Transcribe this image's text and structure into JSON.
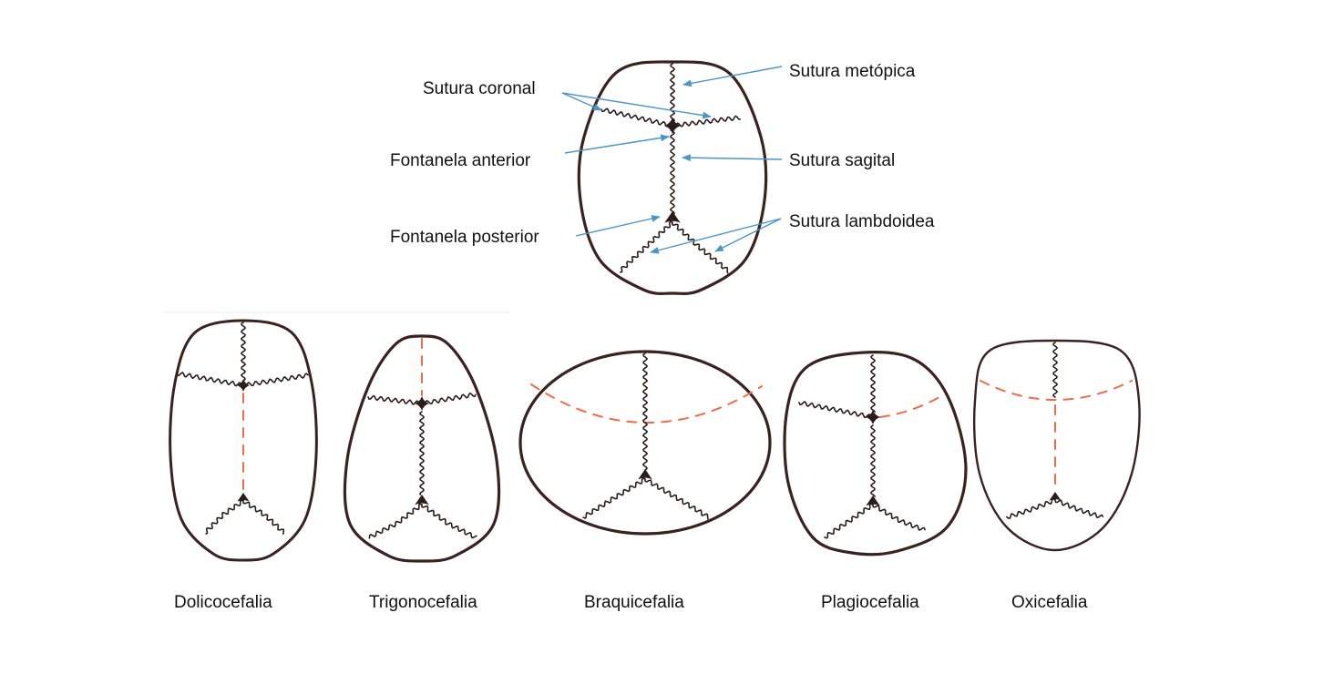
{
  "colors": {
    "outline": "#3a2220",
    "suture": "#2a1d1c",
    "arrow": "#4a95c9",
    "dashed": "#ef6b4a",
    "text": "#111111"
  },
  "labels": {
    "sutura_coronal": "Sutura coronal",
    "sutura_metopica": "Sutura metópica",
    "fontanela_anterior": "Fontanela anterior",
    "sutura_sagital": "Sutura sagital",
    "fontanela_posterior": "Fontanela posterior",
    "sutura_lambdoidea": "Sutura lambdoidea"
  },
  "types": [
    {
      "key": "dolico",
      "name": "Dolicocefalia"
    },
    {
      "key": "trigono",
      "name": "Trigonocefalia"
    },
    {
      "key": "braqui",
      "name": "Braquicefalia"
    },
    {
      "key": "plagio",
      "name": "Plagiocefalia"
    },
    {
      "key": "oxi",
      "name": "Oxicefalia"
    }
  ]
}
